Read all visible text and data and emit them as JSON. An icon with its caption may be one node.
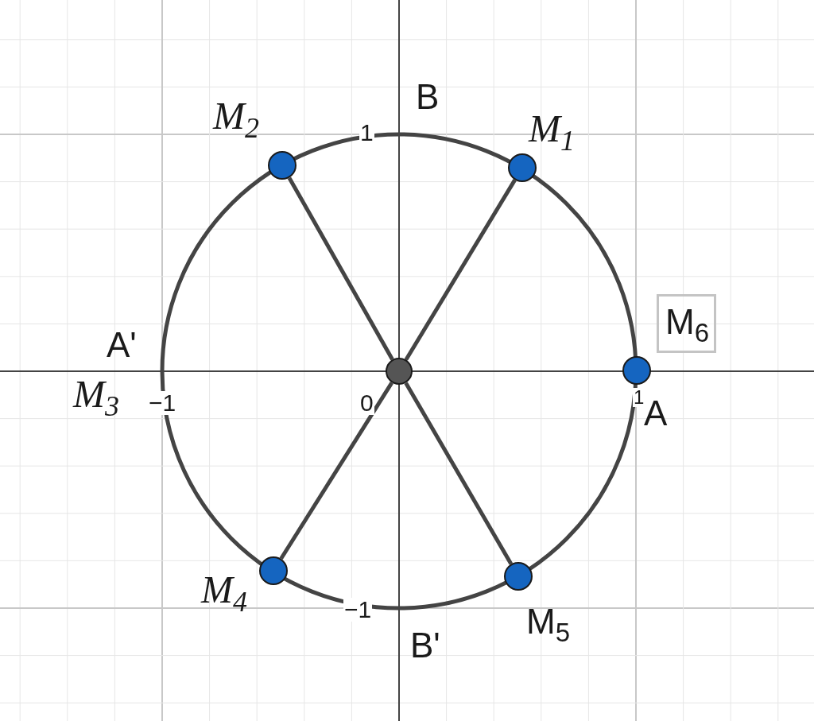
{
  "diagram": {
    "nodes": [
      {
        "text": [],
        "shape": "circle",
        "beside": [
          "M$_{2}$"
        ]
      },
      {
        "text": [],
        "shape": "circle",
        "beside": [
          "M$_{1}$"
        ]
      },
      {
        "text": [],
        "shape": "circle",
        "beside": [
          "M$_{6}$"
        ]
      },
      {
        "text": [],
        "shape": "circle"
      },
      {
        "text": [],
        "shape": "circle",
        "beside": [
          "M$_{4}$"
        ]
      },
      {
        "text": [],
        "shape": "circle",
        "beside": [
          "M$_{5}$"
        ]
      }
    ],
    "edges": [
      {
        "from": 3,
        "to": 1,
        "arrow": "none"
      },
      {
        "from": 3,
        "to": 0,
        "arrow": "none"
      },
      {
        "from": 3,
        "to": 4,
        "arrow": "none"
      },
      {
        "from": 3,
        "to": 5,
        "arrow": "none"
      }
    ],
    "labels": [
      "B",
      "1",
      "A'",
      "M$_{3}$",
      "−1",
      "0",
      "1",
      "A",
      "−1",
      "B'"
    ]
  }
}
